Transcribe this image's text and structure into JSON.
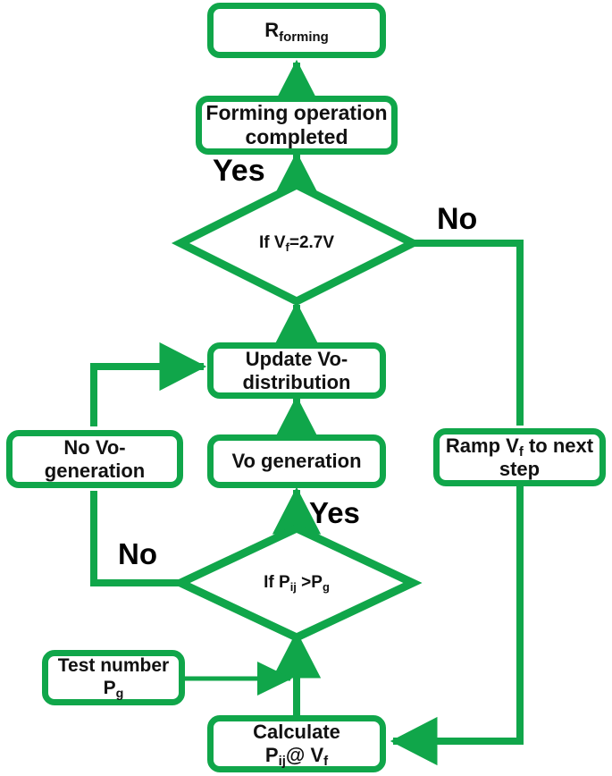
{
  "diagram": {
    "title": "Forming operation flowchart",
    "accent_color": "#10a64a",
    "text_color": "#111111",
    "background": "#ffffff",
    "type": "flowchart"
  },
  "nodes": {
    "r_forming": {
      "shape": "rounded-rect",
      "text_html": "R<sub>forming</sub>",
      "text": "Rforming"
    },
    "forming_complete": {
      "shape": "rounded-rect",
      "text_html": "Forming operation<br>completed",
      "text": "Forming operation completed"
    },
    "decision_vf": {
      "shape": "diamond",
      "text_html": "If V<sub>f</sub>=2.7V",
      "text": "If Vf=2.7V"
    },
    "update_vo": {
      "shape": "rounded-rect",
      "text_html": "Update Vo-<br>distribution",
      "text": "Update Vo-distribution"
    },
    "no_vo_gen": {
      "shape": "rounded-rect",
      "text_html": "No Vo-<br>generation",
      "text": "No Vo-generation"
    },
    "vo_gen": {
      "shape": "rounded-rect",
      "text_html": "Vo generation",
      "text": "Vo generation"
    },
    "ramp_vf": {
      "shape": "rounded-rect",
      "text_html": "Ramp V<sub>f</sub> to next<br>step",
      "text": "Ramp Vf to next step"
    },
    "decision_pij": {
      "shape": "diamond",
      "text_html": "If P<sub>ij</sub> >P<sub>g</sub>",
      "text": "If Pij >Pg"
    },
    "test_number": {
      "shape": "rounded-rect",
      "text_html": "Test number P<sub>g</sub>",
      "text": "Test number Pg"
    },
    "calculate_pij": {
      "shape": "rounded-rect",
      "text_html": "Calculate<br>P<sub>ij</sub>@ V<sub>f</sub>",
      "text": "Calculate Pij@ Vf"
    }
  },
  "edge_labels": {
    "vf_yes": "Yes",
    "vf_no": "No",
    "pij_yes": "Yes",
    "pij_no": "No"
  },
  "edges": [
    {
      "from": "forming_complete",
      "to": "r_forming",
      "label": ""
    },
    {
      "from": "decision_vf",
      "to": "forming_complete",
      "label": "Yes"
    },
    {
      "from": "decision_vf",
      "to": "ramp_vf",
      "label": "No"
    },
    {
      "from": "update_vo",
      "to": "decision_vf",
      "label": ""
    },
    {
      "from": "vo_gen",
      "to": "update_vo",
      "label": ""
    },
    {
      "from": "no_vo_gen",
      "to": "update_vo",
      "label": ""
    },
    {
      "from": "decision_pij",
      "to": "vo_gen",
      "label": "Yes"
    },
    {
      "from": "decision_pij",
      "to": "no_vo_gen",
      "label": "No"
    },
    {
      "from": "calculate_pij",
      "to": "decision_pij",
      "label": ""
    },
    {
      "from": "test_number",
      "to": "decision_pij",
      "label": ""
    },
    {
      "from": "ramp_vf",
      "to": "calculate_pij",
      "label": ""
    }
  ]
}
